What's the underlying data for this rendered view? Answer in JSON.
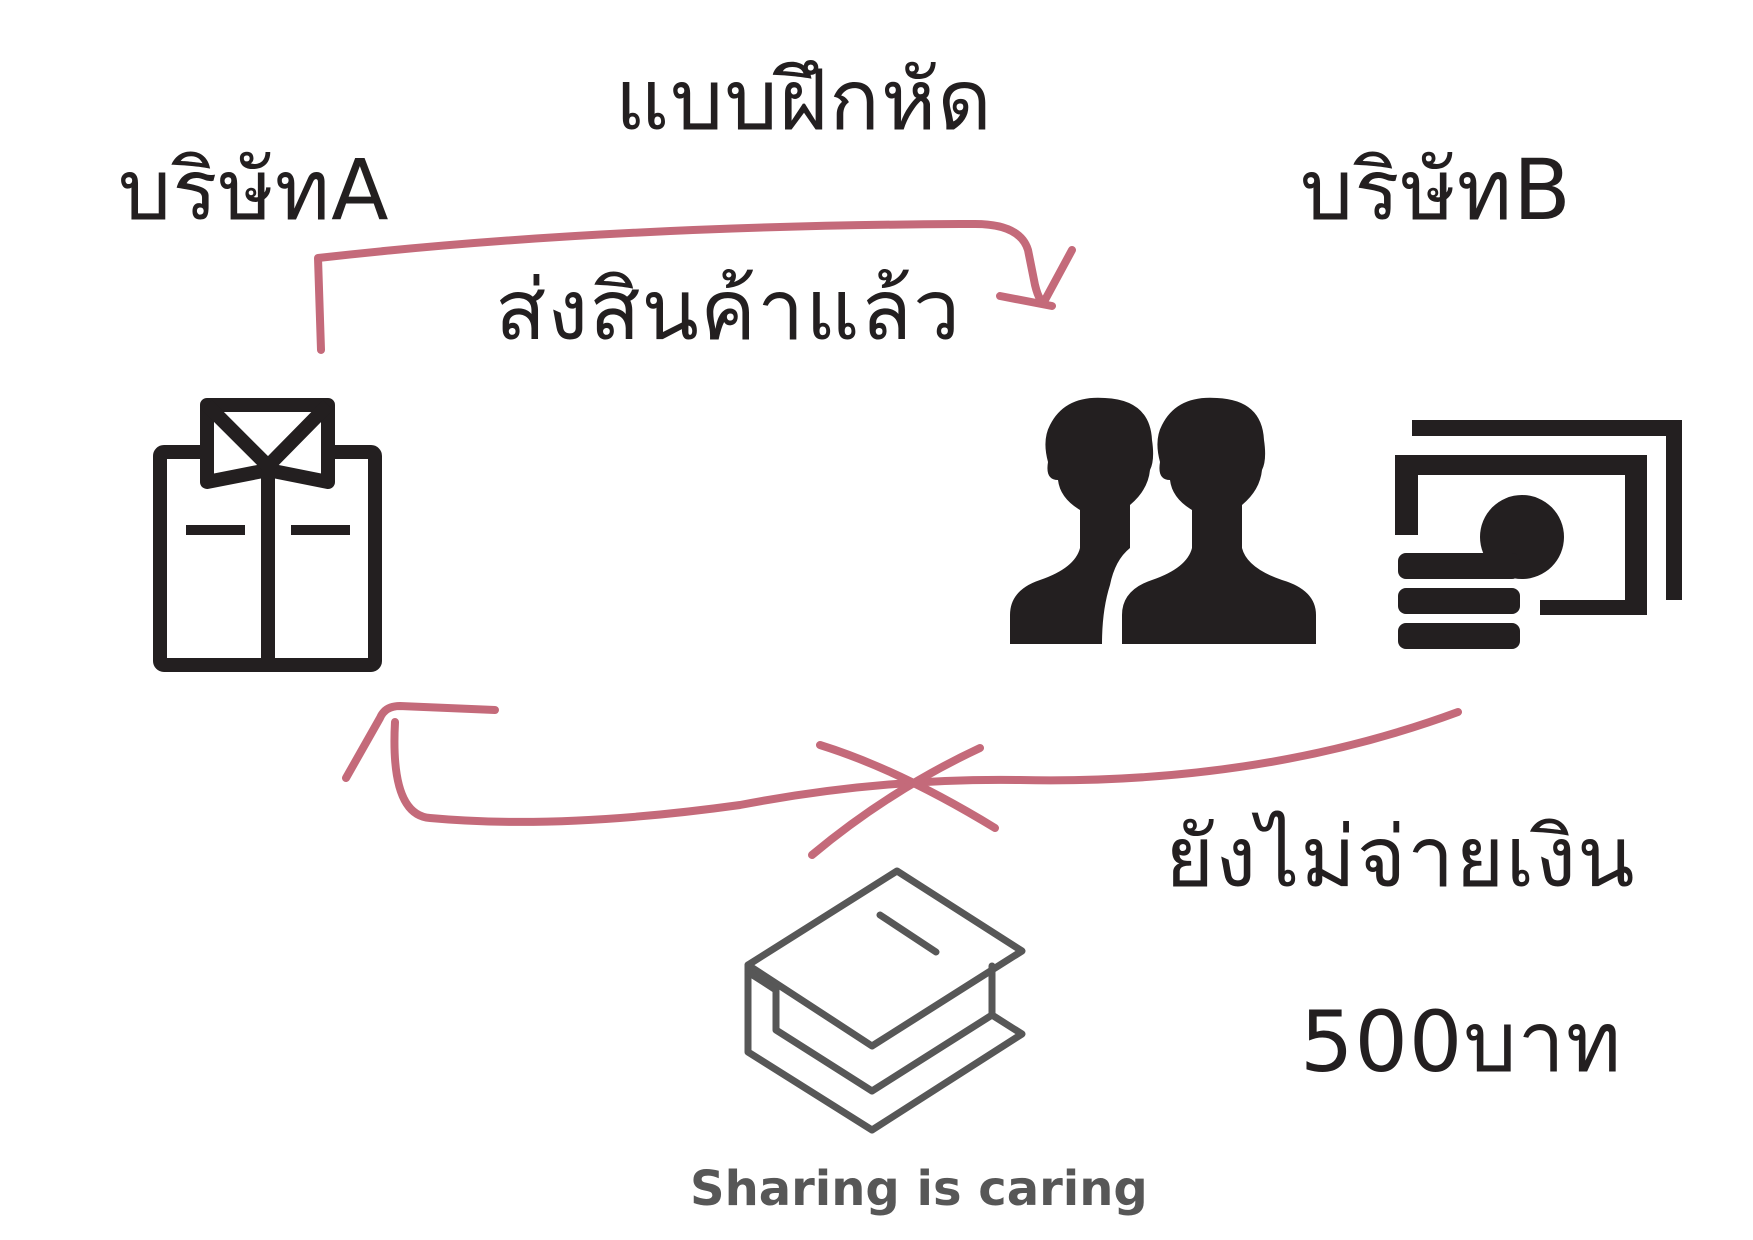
{
  "title": "แบบฝึกหัด",
  "company_a": {
    "label": "บริษัทA",
    "icon": "uniform-shirt-icon"
  },
  "company_b": {
    "label": "บริษัทB",
    "icons": [
      "people-icon",
      "money-icon"
    ]
  },
  "arrow_top": {
    "label": "ส่งสินค้าแล้ว",
    "color": "#c46a7a"
  },
  "arrow_bottom": {
    "label": "ยังไม่จ่ายเงิน",
    "color": "#c46a7a",
    "crossed": true
  },
  "amount": "500บาท",
  "logo": {
    "icon": "book-stack-icon",
    "text": "Sharing is caring"
  }
}
